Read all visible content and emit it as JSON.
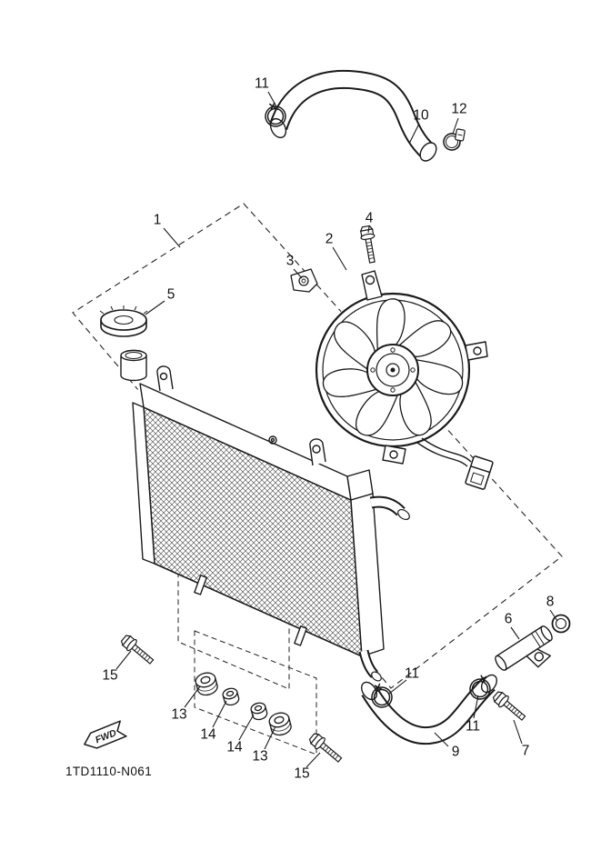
{
  "diagram": {
    "part_code": "1TD1110-N061",
    "fwd_label": "FWD",
    "line_color": "#1a1a1a",
    "background_color": "#ffffff",
    "callouts": [
      "11",
      "10",
      "12",
      "1",
      "4",
      "2",
      "3",
      "5",
      "8",
      "6",
      "15",
      "11",
      "13",
      "11",
      "14",
      "14",
      "9",
      "7",
      "13",
      "15"
    ]
  }
}
